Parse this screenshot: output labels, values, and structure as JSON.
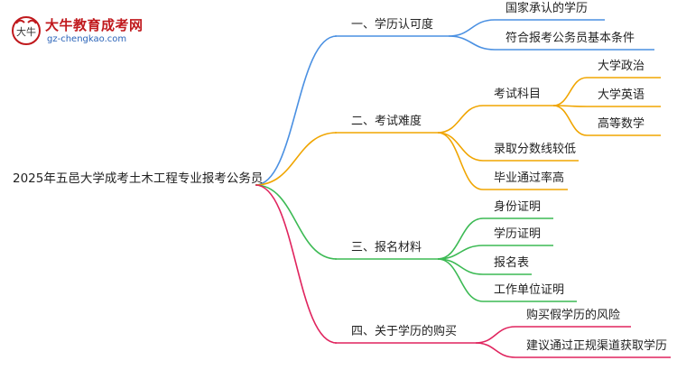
{
  "logo": {
    "title": "大牛教育成考网",
    "url": "gz-chengkao.com",
    "mark_text": "大牛"
  },
  "mindmap": {
    "root": "2025年五邑大学成考土木工程专业报考公务员",
    "branches": [
      {
        "label": "一、学历认可度",
        "color": "#4a90e2",
        "children": [
          {
            "label": "国家承认的学历"
          },
          {
            "label": "符合报考公务员基本条件"
          }
        ]
      },
      {
        "label": "二、考试难度",
        "color": "#f0a500",
        "children": [
          {
            "label": "考试科目",
            "children": [
              "大学政治",
              "大学英语",
              "高等数学"
            ]
          },
          {
            "label": "录取分数线较低"
          },
          {
            "label": "毕业通过率高"
          }
        ]
      },
      {
        "label": "三、报名材料",
        "color": "#3cba54",
        "children": [
          {
            "label": "身份证明"
          },
          {
            "label": "学历证明"
          },
          {
            "label": "报名表"
          },
          {
            "label": "工作单位证明"
          }
        ]
      },
      {
        "label": "四、关于学历的购买",
        "color": "#e0245e",
        "children": [
          {
            "label": "购买假学历的风险"
          },
          {
            "label": "建议通过正规渠道获取学历"
          }
        ]
      }
    ]
  }
}
